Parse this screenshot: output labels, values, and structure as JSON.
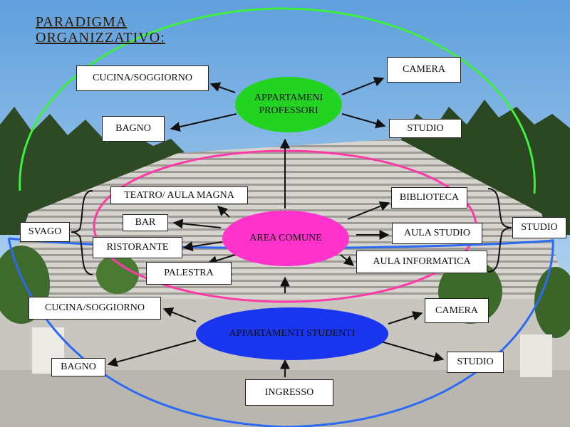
{
  "title": {
    "line1": "PARADIGMA",
    "line2": "ORGANIZZATIVO:"
  },
  "colors": {
    "professori": "#22d322",
    "comune": "#ff33cc",
    "studenti": "#1a35f0",
    "ring_green": "#3ef03e",
    "ring_pink": "#ff3aa6",
    "ring_blue": "#2a6af5"
  },
  "professori": {
    "hub": {
      "line1": "APPARTAMENI",
      "line2": "PROFESSORI"
    },
    "cucina": "CUCINA/SOGGIORNO",
    "bagno": "BAGNO",
    "camera": "CAMERA",
    "studio": "STUDIO"
  },
  "comune": {
    "hub": "AREA COMUNE",
    "teatro": "TEATRO/ AULA MAGNA",
    "bar": "BAR",
    "ristorante": "RISTORANTE",
    "palestra": "PALESTRA",
    "biblioteca": "BIBLIOTECA",
    "aula_studio": "AULA STUDIO",
    "aula_informatica": "AULA INFORMATICA",
    "svago": "SVAGO",
    "studio_group": "STUDIO"
  },
  "studenti": {
    "hub": "APPARTAMENTI STUDENTI",
    "cucina": "CUCINA/SOGGIORNO",
    "bagno": "BAGNO",
    "camera": "CAMERA",
    "studio": "STUDIO",
    "ingresso": "INGRESSO"
  }
}
